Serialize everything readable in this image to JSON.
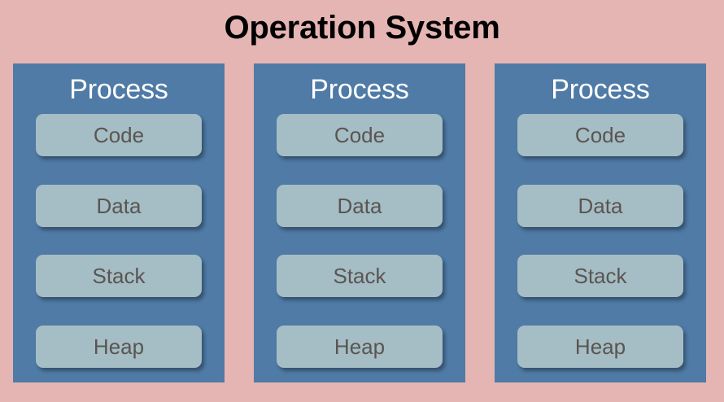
{
  "diagram": {
    "title": "Operation System",
    "background_color": "#e5b5b3",
    "process_color": "#4f7ba6",
    "segment_color": "#a5bdc5",
    "title_color": "#000000",
    "process_label_color": "#ffffff",
    "segment_label_color": "#5a5551",
    "processes": [
      {
        "label": "Process",
        "segments": [
          {
            "label": "Code"
          },
          {
            "label": "Data"
          },
          {
            "label": "Stack"
          },
          {
            "label": "Heap"
          }
        ]
      },
      {
        "label": "Process",
        "segments": [
          {
            "label": "Code"
          },
          {
            "label": "Data"
          },
          {
            "label": "Stack"
          },
          {
            "label": "Heap"
          }
        ]
      },
      {
        "label": "Process",
        "segments": [
          {
            "label": "Code"
          },
          {
            "label": "Data"
          },
          {
            "label": "Stack"
          },
          {
            "label": "Heap"
          }
        ]
      }
    ]
  }
}
